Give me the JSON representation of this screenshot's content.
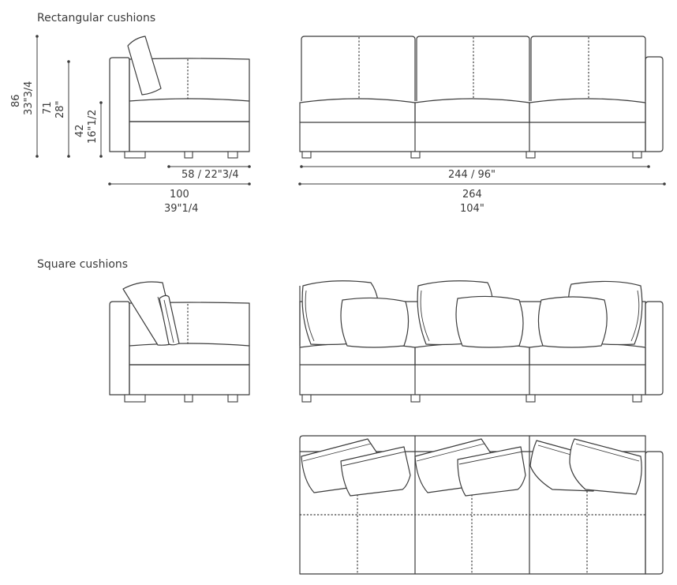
{
  "headings": {
    "rectangular": "Rectangular cushions",
    "square": "Square cushions"
  },
  "dimensions": {
    "height_total_cm": "86",
    "height_total_in": "33\"3/4",
    "height_back_cm": "71",
    "height_back_in": "28\"",
    "height_seat_cm": "42",
    "height_seat_in": "16\"1/2",
    "seat_depth": "58 / 22\"3/4",
    "depth_cm": "100",
    "depth_in": "39\"1/4",
    "seat_width": "244 / 96\"",
    "width_cm": "264",
    "width_in": "104\""
  }
}
